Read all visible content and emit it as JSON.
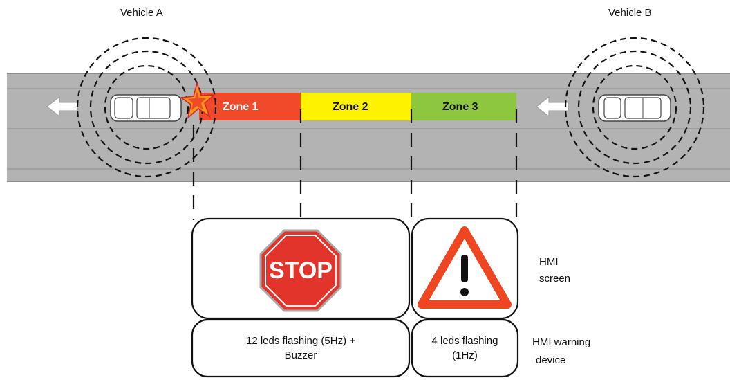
{
  "vehicles": {
    "a_label": "Vehicle A",
    "b_label": "Vehicle B"
  },
  "zones": [
    {
      "label": "Zone 1",
      "color": "#ef4b2b",
      "text_color": "#ffffff"
    },
    {
      "label": "Zone 2",
      "color": "#fff200",
      "text_color": "#111111"
    },
    {
      "label": "Zone 3",
      "color": "#8dc63f",
      "text_color": "#111111"
    }
  ],
  "hmi_screen": {
    "stop_text": "STOP",
    "label_line1": "HMI",
    "label_line2": "screen"
  },
  "hmi_device": {
    "zone1_line1": "12 leds flashing (5Hz) +",
    "zone1_line2": "Buzzer",
    "zone3_line1": "4 leds flashing",
    "zone3_line2": "(1Hz)",
    "label_line1": "HMI warning",
    "label_line2": "device"
  },
  "icons": {
    "direction_arrow": "arrow-left-icon",
    "stop": "stop-sign-icon",
    "warning": "warning-triangle-icon",
    "collision": "collision-star-icon",
    "car": "car-icon"
  },
  "colors": {
    "road": "#b3b3b3",
    "stop_red": "#e2342a",
    "warning_red": "#ee4523"
  }
}
